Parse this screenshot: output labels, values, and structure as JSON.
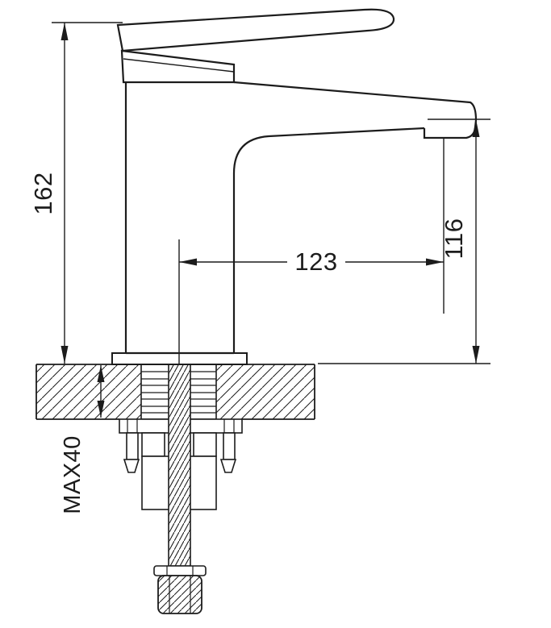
{
  "drawing": {
    "subject": "single-lever basin mixer faucet - side elevation installation diagram",
    "background": "#ffffff",
    "line_color": "#1c1c1c",
    "dimensions": {
      "overall_height": "162",
      "spout_reach": "123",
      "outlet_height": "116",
      "max_deck_thickness": "MAX40"
    }
  }
}
